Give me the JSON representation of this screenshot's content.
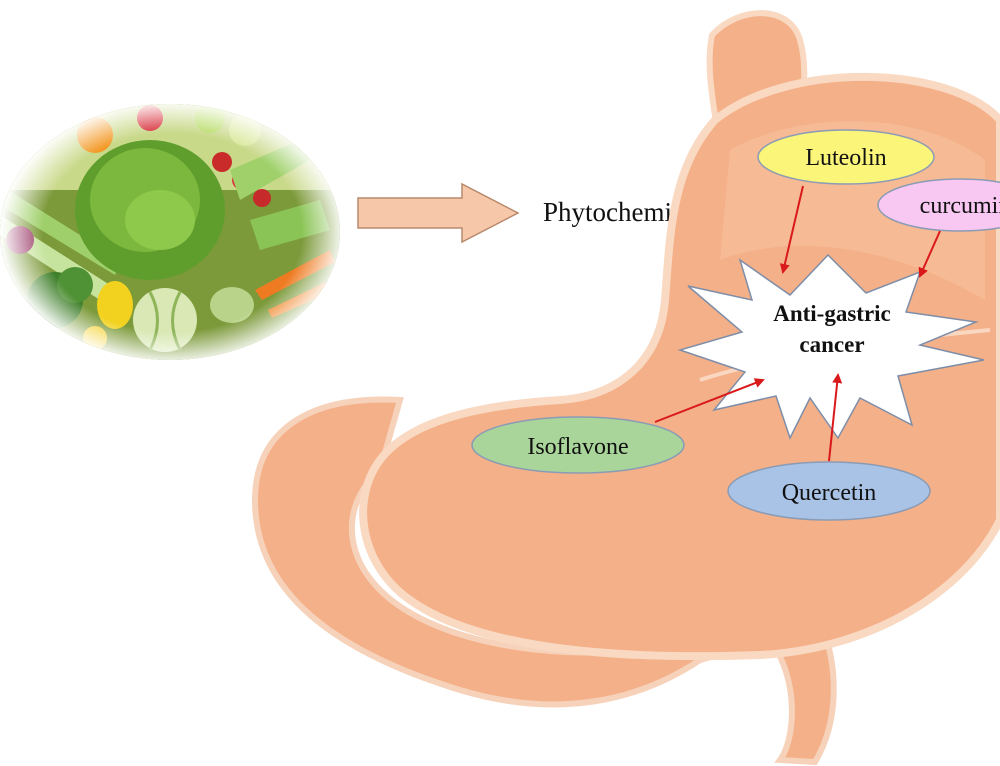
{
  "phytochemicals_label": "Phytochemicals",
  "center": {
    "line1": "Anti-gastric",
    "line2": "cancer"
  },
  "compounds": [
    {
      "id": "luteolin",
      "label": "Luteolin",
      "color": "#fbf57a"
    },
    {
      "id": "curcumin",
      "label": "curcumin",
      "color": "#f8c8f2"
    },
    {
      "id": "isoflavone",
      "label": "Isoflavone",
      "color": "#a9d59a"
    },
    {
      "id": "quercetin",
      "label": "Quercetin",
      "color": "#a9c3e6"
    }
  ],
  "colors": {
    "stomach_fill": "#f4b088",
    "stomach_light": "#f8c8a4",
    "stomach_edge": "#f9d9c2",
    "arrow_fill": "#f6c7a8",
    "link_arrow": "#d9191a"
  }
}
